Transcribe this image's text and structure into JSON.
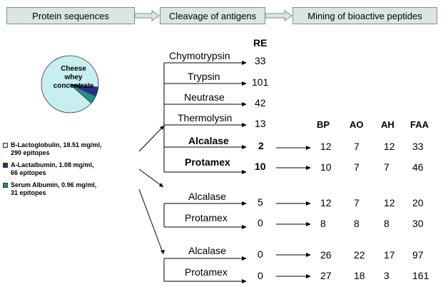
{
  "flow_boxes": [
    "Protein sequences",
    "Cleavage of antigens",
    "Mining of bioactive peptides"
  ],
  "pie": {
    "label": "Cheese whey concentrate",
    "label_lines": [
      "Cheese",
      "whey",
      "concentrate"
    ],
    "colors": [
      "#c7eef0",
      "#2b2a8f",
      "#1f8f8a"
    ],
    "values": [
      18.51,
      1.08,
      0.96
    ]
  },
  "legend": [
    {
      "line1": "B-Lactoglobulin, 18.51 mg/ml,",
      "line2": "290 epitopes",
      "color": "#c7eef0"
    },
    {
      "line1": "A-Lactalbumin, 1.08 mg/ml,",
      "line2": "66 epitopes",
      "color": "#2b2a8f"
    },
    {
      "line1": "Serum Albumin, 0.96 mg/ml,",
      "line2": "31 epitopes",
      "color": "#1f8f8a"
    }
  ],
  "re_header": "RE",
  "group1": [
    {
      "enzyme": "Chymotrypsin",
      "re": "33"
    },
    {
      "enzyme": "Trypsin",
      "re": "101"
    },
    {
      "enzyme": "Neutrase",
      "re": "42"
    },
    {
      "enzyme": "Thermolysin",
      "re": "13"
    },
    {
      "enzyme": "Alcalase",
      "re": "2"
    },
    {
      "enzyme": "Protamex",
      "re": "10"
    }
  ],
  "group2": [
    {
      "enzyme": "Alcalase",
      "re": "5"
    },
    {
      "enzyme": "Protamex",
      "re": "0"
    }
  ],
  "group3": [
    {
      "enzyme": "Alcalase",
      "re": "0"
    },
    {
      "enzyme": "Protamex",
      "re": "0"
    }
  ],
  "result_headers": [
    "BP",
    "AO",
    "AH",
    "FAA"
  ],
  "results": [
    [
      "12",
      "7",
      "12",
      "33"
    ],
    [
      "10",
      "7",
      "7",
      "46"
    ],
    [
      "12",
      "7",
      "12",
      "20"
    ],
    [
      "8",
      "8",
      "8",
      "30"
    ],
    [
      "26",
      "22",
      "17",
      "97"
    ],
    [
      "27",
      "18",
      "3",
      "161"
    ]
  ]
}
